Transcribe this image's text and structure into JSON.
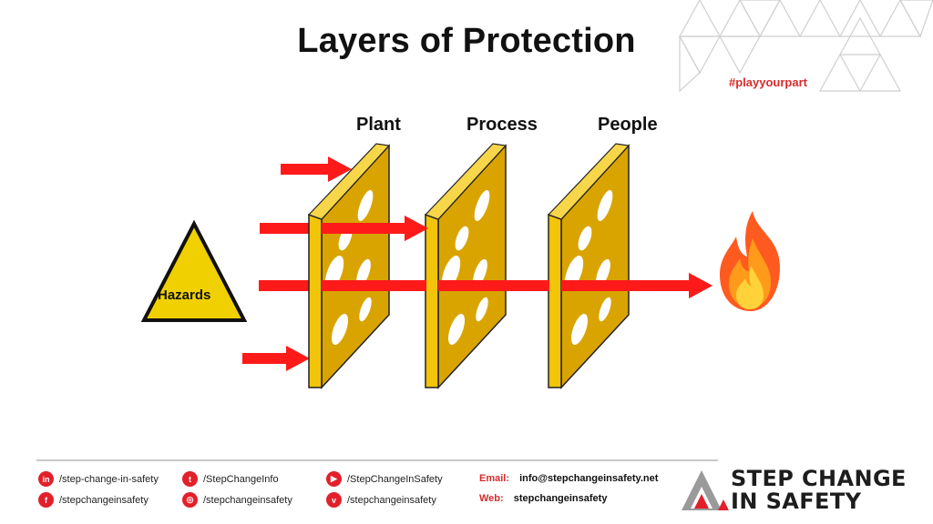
{
  "title": "Layers of Protection",
  "hashtag": "#playyourpart",
  "layers": [
    "Plant",
    "Process",
    "People"
  ],
  "hazard_label": "Hazards",
  "colors": {
    "arrow": "#ff1a1a",
    "plate_face": "#d9a400",
    "plate_edge": "#f2c40a",
    "hazard_fill": "#f0d000",
    "brand_red": "#e2202b"
  },
  "footer": {
    "social": [
      {
        "icon": "linkedin-icon",
        "glyph": "in",
        "text": "/step-change-in-safety"
      },
      {
        "icon": "facebook-icon",
        "glyph": "f",
        "text": "/stepchangeinsafety"
      },
      {
        "icon": "twitter-icon",
        "glyph": "t",
        "text": "/StepChangeInfo"
      },
      {
        "icon": "instagram-icon",
        "glyph": "◎",
        "text": "/stepchangeinsafety"
      },
      {
        "icon": "youtube-icon",
        "glyph": "▶",
        "text": "/StepChangeInSafety"
      },
      {
        "icon": "vimeo-icon",
        "glyph": "v",
        "text": "/stepchangeinsafety"
      }
    ],
    "email_label": "Email:",
    "email": "info@stepchangeinsafety.net",
    "web_label": "Web:",
    "web": "stepchangeinsafety"
  },
  "brand": {
    "line1": "STEP CHANGE",
    "line2": "IN SAFETY"
  }
}
